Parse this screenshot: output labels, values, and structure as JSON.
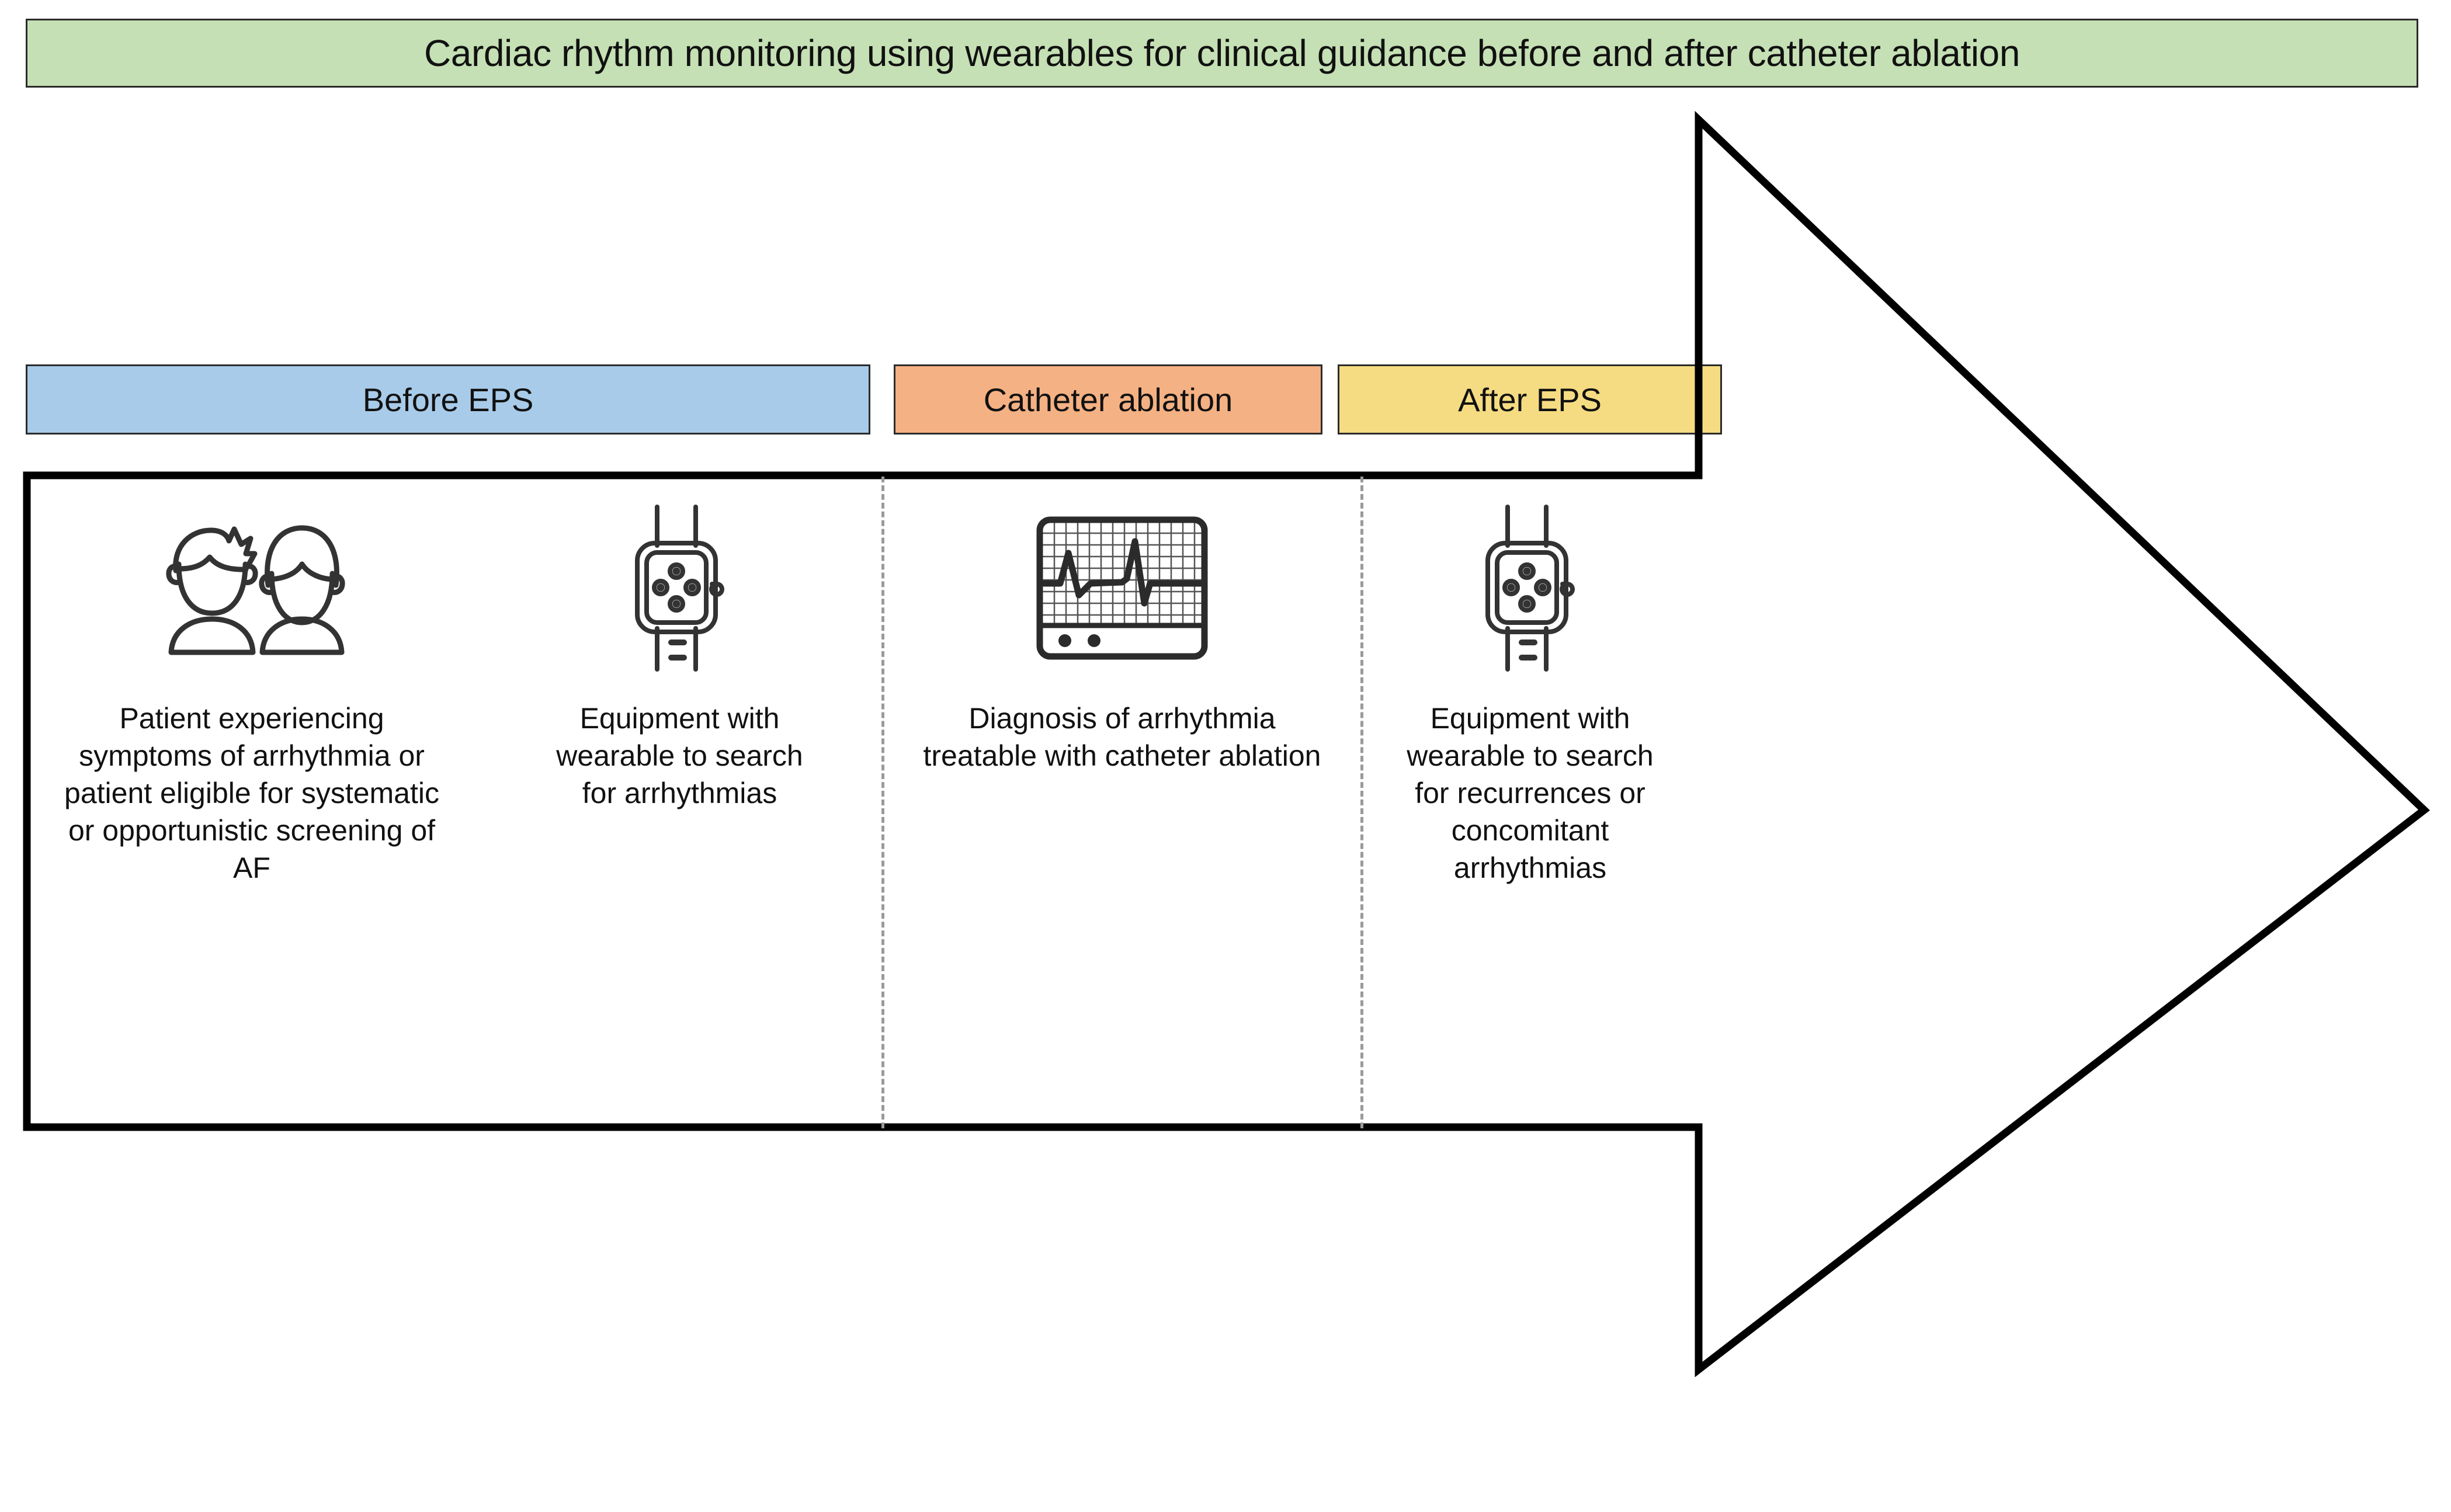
{
  "title": {
    "text": "Cardiac rhythm monitoring using wearables for clinical guidance before and after catheter ablation",
    "background_color": "#C5E0B4",
    "border_color": "#2b2b2b"
  },
  "phases": [
    {
      "id": "before-eps",
      "label": "Before EPS",
      "color": "#A8CBE9"
    },
    {
      "id": "catheter-ablation",
      "label": "Catheter ablation",
      "color": "#F4B183"
    },
    {
      "id": "after-eps",
      "label": "After EPS",
      "color": "#F5DC82"
    }
  ],
  "columns": [
    {
      "id": "patient-selection",
      "icon": "two-patients-icon",
      "text": "Patient experiencing symptoms of arrhythmia or patient eligible for systematic or opportunistic screening of AF"
    },
    {
      "id": "pre-ablation-wearable",
      "icon": "smartwatch-icon",
      "text": "Equipment with wearable to search for arrhythmias"
    },
    {
      "id": "diagnosis",
      "icon": "ecg-monitor-icon",
      "text": "Diagnosis of arrhythmia treatable with catheter ablation"
    },
    {
      "id": "post-ablation-wearable",
      "icon": "smartwatch-icon",
      "text": "Equipment with wearable to search for recurrences or concomitant arrhythmias"
    }
  ],
  "arrow": {
    "name": "process-flow-arrow",
    "direction": "right",
    "stroke_color": "#000000",
    "fill": "none"
  },
  "dividers": {
    "style": "dashed",
    "color": "#9a9a9a",
    "count": 2
  }
}
